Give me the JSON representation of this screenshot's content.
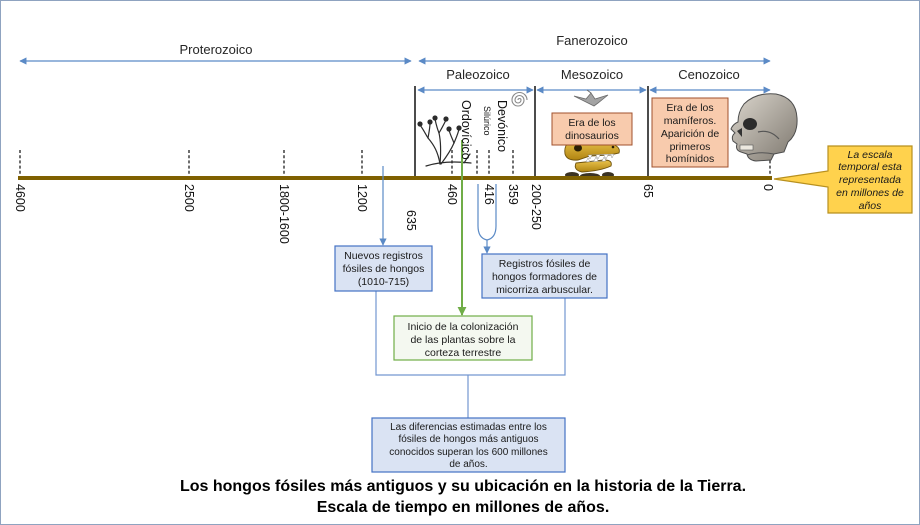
{
  "eras": {
    "proterozoico": "Proterozoico",
    "fanerozoico": "Fanerozoico",
    "paleozoico": "Paleozoico",
    "mesozoico": "Mesozoico",
    "cenozoico": "Cenozoico"
  },
  "periods": {
    "ordovicico": "Ordovícico",
    "silurico": "Silúrico",
    "devonico": "Devónico"
  },
  "ticks": [
    "4600",
    "2500",
    "1800-1600",
    "1200",
    "635",
    "460",
    "416",
    "359",
    "200-250",
    "65",
    "0"
  ],
  "boxes": {
    "dinosaurios": [
      "Era de los",
      "dinosaurios"
    ],
    "mamiferos": [
      "Era de los",
      "mamíferos.",
      "Aparición de",
      "primeros",
      "homínidos"
    ],
    "nota_escala": [
      "La escala",
      "temporal esta",
      "representada",
      "en millones de",
      "años"
    ],
    "nuevos_registros": [
      "Nuevos registros",
      "fósiles de hongos",
      "(1010-715)"
    ],
    "micorriza": [
      "Registros fósiles de",
      "hongos formadores de",
      "micorriza arbuscular."
    ],
    "colonizacion": [
      "Inicio de la colonización",
      "de las plantas sobre la",
      "corteza terrestre"
    ],
    "diferencias": [
      "Las diferencias estimadas entre los",
      "fósiles de hongos más antiguos",
      "conocidos superan los 600 millones",
      "de años."
    ]
  },
  "caption": {
    "line1": "Los hongos fósiles más antiguos y su ubicación en la historia de la Tierra.",
    "line2": "Escala de tiempo en millones de años."
  },
  "icons": {
    "plant": "plant-icon",
    "ammonite": "ammonite-icon",
    "pterosaur": "pterosaur-icon",
    "dinosaur_skull": "dinosaur-skull-icon",
    "human_skull": "human-skull-icon"
  },
  "colors": {
    "timeline": "#7f6000",
    "arrow_blue": "#5b8ac6",
    "arrow_green": "#70ad47",
    "connector": "#7396d0",
    "box_blue_fill": "#dae3f3",
    "box_blue_stroke": "#4472c4",
    "box_green_fill": "#f4f8f0",
    "box_green_stroke": "#70ad47",
    "box_salmon_fill": "#f8cbad",
    "box_salmon_stroke": "#a0522d",
    "note_fill": "#ffd24d",
    "note_stroke": "#b8901e",
    "frame": "#8fa3c0"
  }
}
